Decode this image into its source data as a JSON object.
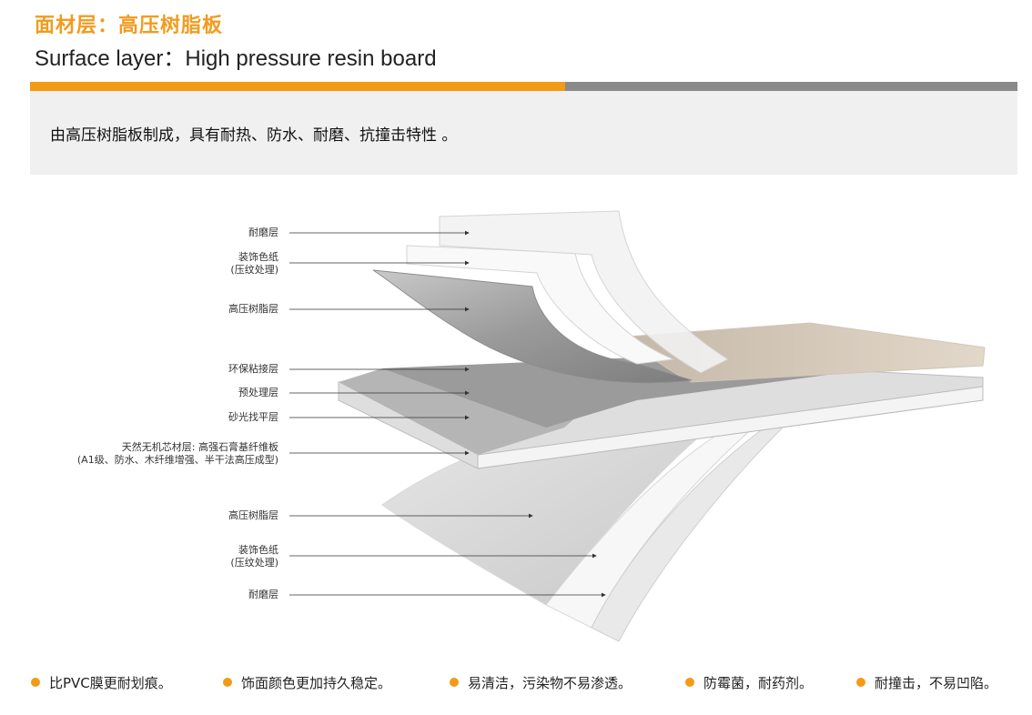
{
  "header": {
    "title_cn": "面材层：高压树脂板",
    "title_en": "Surface layer：High pressure resin board"
  },
  "description": "由高压树脂板制成，具有耐热、防水、耐磨、抗撞击特性 。",
  "labels": {
    "top_wear": "耐磨层",
    "top_deco_1": "装饰色纸",
    "top_deco_2": "(压纹处理)",
    "top_resin": "高压树脂层",
    "glue": "环保粘接层",
    "pretreat": "预处理层",
    "sanding": "砂光找平层",
    "core_1": "天然无机芯材层: 高强石膏基纤维板",
    "core_2": "(A1级、防水、木纤维增强、半干法高压成型)",
    "bottom_resin": "高压树脂层",
    "bottom_deco_1": "装饰色纸",
    "bottom_deco_2": "(压纹处理)",
    "bottom_wear": "耐磨层"
  },
  "features": [
    "比PVC膜更耐划痕。",
    "饰面颜色更加持久稳定。",
    "易清洁，污染物不易渗透。",
    "防霉菌，耐药剂。",
    "耐撞击，不易凹陷。"
  ],
  "colors": {
    "accent": "#f39a16",
    "gray_bar": "#8a8a8a",
    "desc_bg": "#f0f0f0"
  }
}
